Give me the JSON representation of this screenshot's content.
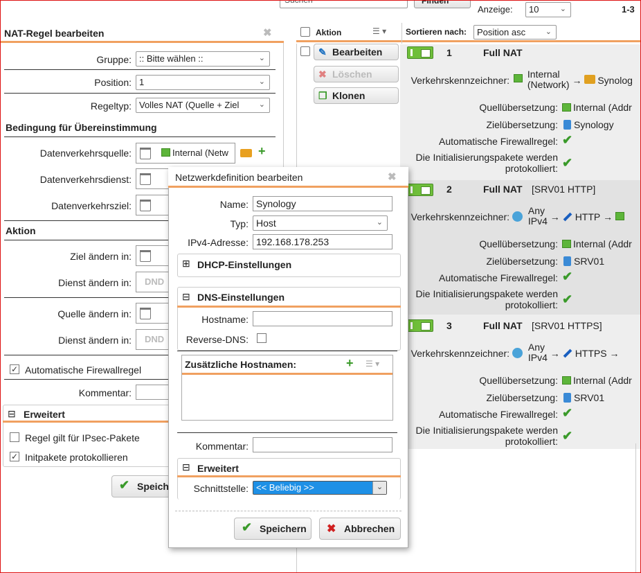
{
  "topbar": {
    "search_placeholder": "Suchen",
    "find_label": "Finden",
    "anzeige_label": "Anzeige:",
    "anzeige_value": "10",
    "page_info": "1-3"
  },
  "list": {
    "header": {
      "aktion": "Aktion",
      "sort_label": "Sortieren nach:",
      "sort_value": "Position asc"
    },
    "actions": {
      "edit": "Bearbeiten",
      "delete": "Löschen",
      "clone": "Klonen"
    },
    "labels": {
      "traffic": "Verkehrskennzeichner:",
      "source": "Quellübersetzung:",
      "dest": "Zielübersetzung:",
      "firewall": "Automatische Firewallregel:",
      "init1": "Die Initialisierungspakete werden",
      "init2": "protokolliert:"
    },
    "rules": [
      {
        "num": "1",
        "type": "Full NAT",
        "name": "",
        "traffic_a1": "Internal",
        "traffic_a2": "(Network)",
        "traffic_b": "Synolog",
        "source": "Internal (Addr",
        "dest": "Synology"
      },
      {
        "num": "2",
        "type": "Full NAT",
        "name": "[SRV01 HTTP]",
        "traffic_a1": "Any",
        "traffic_a2": "IPv4",
        "traffic_b": "HTTP",
        "source": "Internal (Addr",
        "dest": "SRV01"
      },
      {
        "num": "3",
        "type": "Full NAT",
        "name": "[SRV01 HTTPS]",
        "traffic_a1": "Any",
        "traffic_a2": "IPv4",
        "traffic_b": "HTTPS",
        "source": "Internal (Addr",
        "dest": "SRV01"
      }
    ]
  },
  "nat_panel": {
    "title": "NAT-Regel bearbeiten",
    "gruppe_label": "Gruppe:",
    "gruppe_value": ":: Bitte wählen ::",
    "position_label": "Position:",
    "position_value": "1",
    "regeltyp_label": "Regeltyp:",
    "regeltyp_value": "Volles NAT (Quelle + Ziel",
    "section_match": "Bedingung für Übereinstimmung",
    "src_label": "Datenverkehrsquelle:",
    "src_value": "Internal (Netw",
    "svc_label": "Datenverkehrsdienst:",
    "dst_label": "Datenverkehrsziel:",
    "section_action": "Aktion",
    "ziel_label": "Ziel ändern in:",
    "dienst_label": "Dienst ändern in:",
    "quelle_label": "Quelle ändern in:",
    "dienst2_label": "Dienst ändern in:",
    "dnd": "DND",
    "auto_fw": "Automatische Firewallregel",
    "kommentar_label": "Kommentar:",
    "erweitert": "Erweitert",
    "ipsec": "Regel gilt für IPsec-Pakete",
    "initpakete": "Initpakete protokollieren",
    "save": "Speichern"
  },
  "dialog": {
    "title": "Netzwerkdefinition bearbeiten",
    "name_label": "Name:",
    "name_value": "Synology",
    "typ_label": "Typ:",
    "typ_value": "Host",
    "ipv4_label": "IPv4-Adresse:",
    "ipv4_value": "192.168.178.253",
    "dhcp": "DHCP-Einstellungen",
    "dns": "DNS-Einstellungen",
    "hostname_label": "Hostname:",
    "hostname_value": "",
    "reverse_dns_label": "Reverse-DNS:",
    "extra_hostnames": "Zusätzliche Hostnamen:",
    "kommentar_label": "Kommentar:",
    "kommentar_value": "",
    "erweitert": "Erweitert",
    "schnittstelle_label": "Schnittstelle:",
    "schnittstelle_value": "<< Beliebig >>",
    "save": "Speichern",
    "cancel": "Abbrechen"
  },
  "colors": {
    "accent_orange": "#f0a060",
    "check_green": "#3a9a2a",
    "select_blue": "#1e90e6",
    "cancel_red": "#d02020"
  }
}
